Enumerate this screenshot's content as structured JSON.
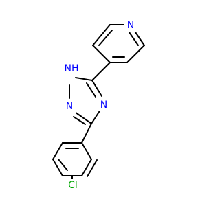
{
  "molecule": {
    "atoms": {
      "n_pyridine": {
        "label": "N",
        "color": "#0000FF"
      },
      "nh_triazole": {
        "label": "NH",
        "color": "#0000FF"
      },
      "n_triazole_left": {
        "label": "N",
        "color": "#0000FF"
      },
      "n_triazole_right": {
        "label": "N",
        "color": "#0000FF"
      },
      "cl": {
        "label": "Cl",
        "color": "#00A800"
      }
    },
    "bond_color": "#000000"
  }
}
